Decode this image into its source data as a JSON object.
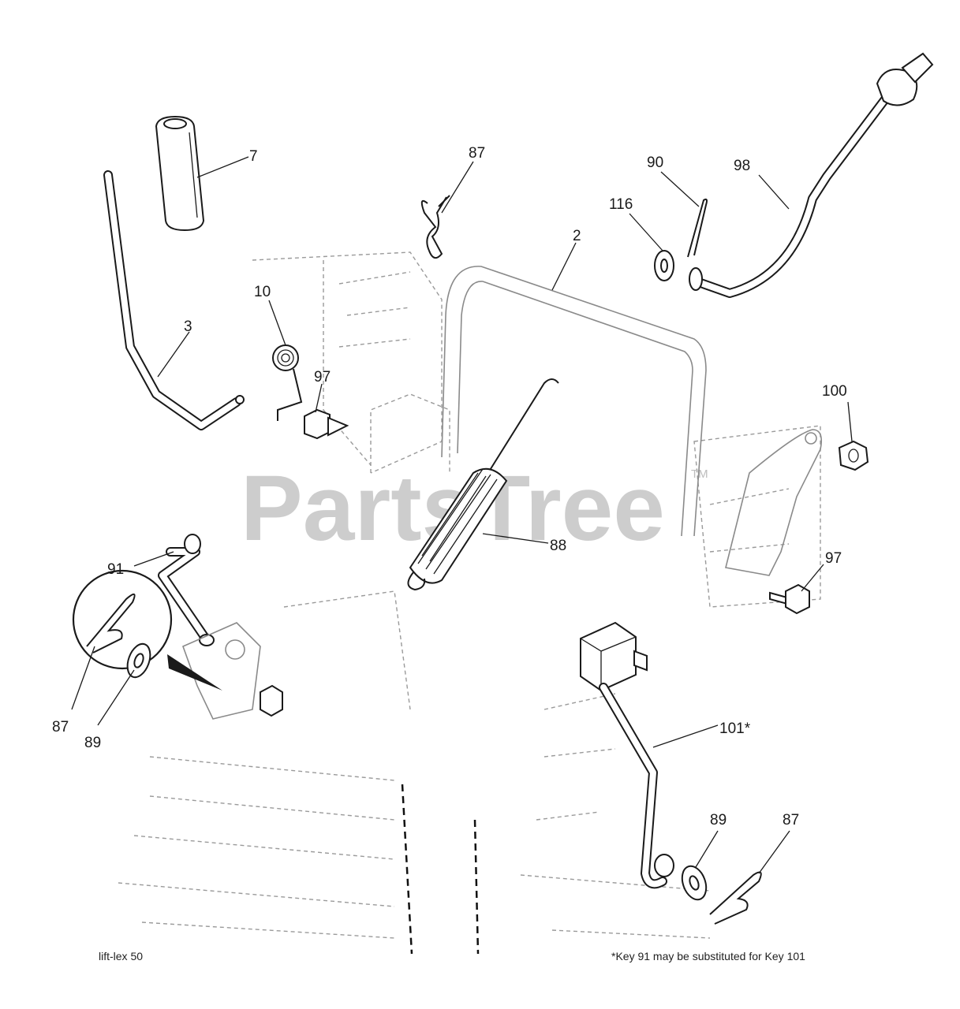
{
  "callouts": {
    "c7": "7",
    "c3": "3",
    "c87_top": "87",
    "c10": "10",
    "c97_left": "97",
    "c2": "2",
    "c116": "116",
    "c90": "90",
    "c98": "98",
    "c100": "100",
    "c88": "88",
    "c91": "91",
    "c97_right": "97",
    "c87_left": "87",
    "c89_left": "89",
    "c101": "101*",
    "c89_right": "89",
    "c87_right": "87"
  },
  "footer": {
    "left": "lift-lex 50",
    "right": "*Key 91 may be substituted for Key 101"
  },
  "watermark": {
    "text": "PartsTree",
    "tm": "TM"
  }
}
